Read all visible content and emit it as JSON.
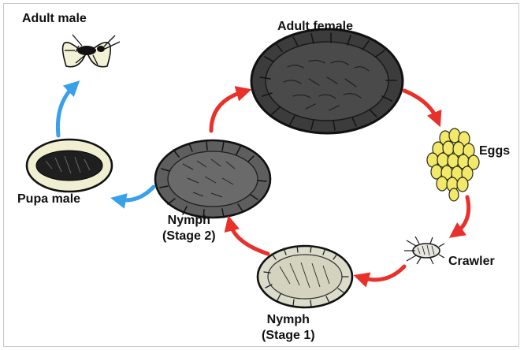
{
  "labels": {
    "adult_male": "Adult male",
    "adult_female": "Adult female",
    "eggs": "Eggs",
    "crawler": "Crawler",
    "nymph_stage1_line1": "Nymph",
    "nymph_stage1_line2": "(Stage 1)",
    "nymph_stage2_line1": "Nymph",
    "nymph_stage2_line2": "(Stage 2)",
    "pupa_male": "Pupa male"
  },
  "colors": {
    "female_arrow": "#e8312a",
    "male_arrow": "#3aa0ea",
    "scale_dark": "#3c3c3c",
    "scale_mid": "#5e5e5e",
    "nymph1_fill": "#dcdccb",
    "egg_fill": "#f2e96a",
    "pupa_shell": "#f0efd2",
    "wing_fill": "#f3f2d6"
  },
  "icons": [
    "adult-male-insect-icon",
    "adult-female-scale-icon",
    "eggs-cluster-icon",
    "crawler-insect-icon",
    "nymph-stage1-icon",
    "nymph-stage2-icon",
    "pupa-male-icon"
  ]
}
